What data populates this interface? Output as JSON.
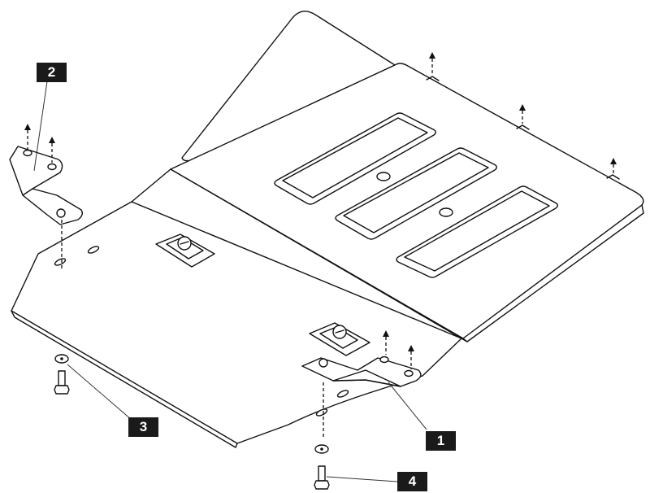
{
  "callouts": [
    {
      "id": "1",
      "label": "1",
      "part": "front-bracket"
    },
    {
      "id": "2",
      "label": "2",
      "part": "side-bracket"
    },
    {
      "id": "3",
      "label": "3",
      "part": "bolt-and-washer-left"
    },
    {
      "id": "4",
      "label": "4",
      "part": "bolt-and-washer-right"
    }
  ],
  "colors": {
    "line": "#111111",
    "callout_bg": "#1a1a1a",
    "callout_text": "#ffffff"
  }
}
